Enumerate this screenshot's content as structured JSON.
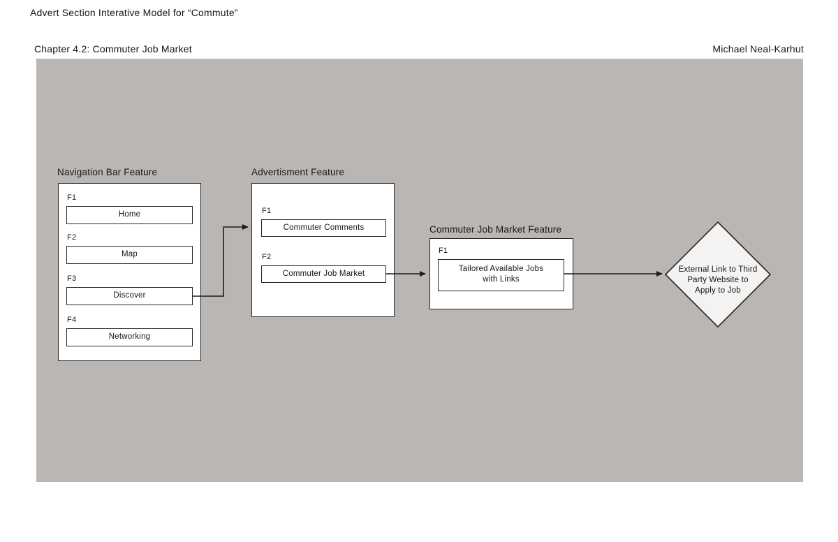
{
  "page": {
    "title": "Advert Section Interative Model for “Commute”",
    "chapter": "Chapter 4.2: Commuter Job Market",
    "author": "Michael Neal-Karhut"
  },
  "colors": {
    "canvas_bg": "#b9b6b4",
    "node_border": "#262626",
    "node_fill": "#ffffff",
    "diamond_fill": "#f4f3f2",
    "text": "#161616"
  },
  "features": [
    {
      "label": "Navigation Bar Feature",
      "items": [
        {
          "id": "F1",
          "label": "Home"
        },
        {
          "id": "F2",
          "label": "Map"
        },
        {
          "id": "F3",
          "label": "Discover"
        },
        {
          "id": "F4",
          "label": "Networking"
        }
      ]
    },
    {
      "label": "Advertisment Feature",
      "items": [
        {
          "id": "F1",
          "label": "Commuter Comments"
        },
        {
          "id": "F2",
          "label": "Commuter Job Market"
        }
      ]
    },
    {
      "label": "Commuter Job Market Feature",
      "items": [
        {
          "id": "F1",
          "lines": [
            "Tailored Available Jobs",
            "with Links"
          ]
        }
      ]
    }
  ],
  "terminal": {
    "lines": [
      "External Link to Third",
      "Party Website to",
      "Apply to Job"
    ]
  }
}
